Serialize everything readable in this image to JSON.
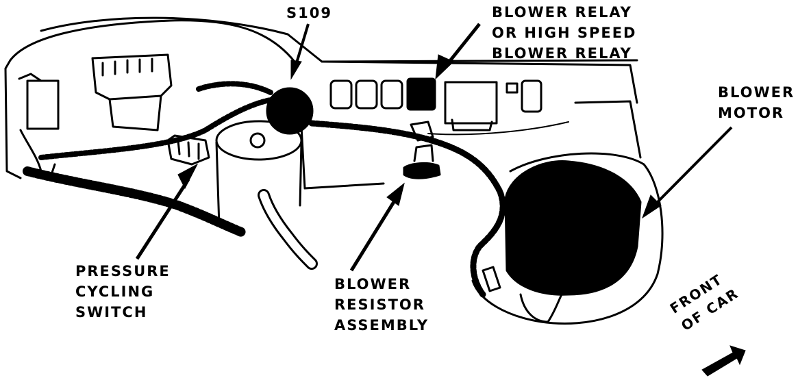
{
  "labels": {
    "splice": "S109",
    "relay": [
      "BLOWER RELAY",
      "OR HIGH SPEED",
      "BLOWER RELAY"
    ],
    "motor": [
      "BLOWER",
      "MOTOR"
    ],
    "switch": [
      "PRESSURE",
      "CYCLING",
      "SWITCH"
    ],
    "resistor": [
      "BLOWER",
      "RESISTOR",
      "ASSEMBLY"
    ],
    "front": [
      "FRONT",
      "OF CAR"
    ]
  }
}
